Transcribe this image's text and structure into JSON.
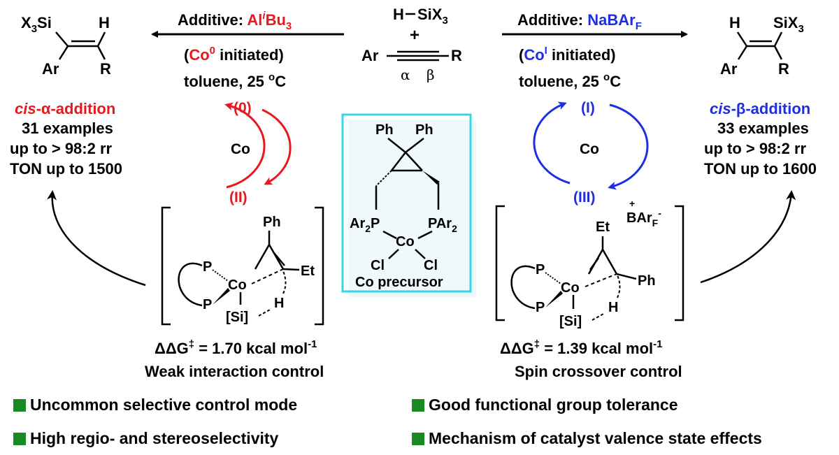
{
  "center": {
    "reagent_top": "H",
    "reagent_silane": "SiX",
    "reagent_silane_sub": "3",
    "plus": "+",
    "alkyne_ar": "Ar",
    "alkyne_r": "R",
    "alpha": "α",
    "beta": "β"
  },
  "left_condition": {
    "additive_prefix": "Additive: ",
    "additive_al": "Al",
    "additive_sup": "i",
    "additive_bu": "Bu",
    "additive_sub": "3",
    "initiated_open": "(",
    "initiated_co": "Co",
    "initiated_sup": "0",
    "initiated_text": " initiated)",
    "solvent": "toluene, 25 ",
    "deg": "o",
    "celsius": "C"
  },
  "right_condition": {
    "additive_prefix": "Additive: ",
    "additive_na": "NaBAr",
    "additive_sub": "F",
    "initiated_open": "(",
    "initiated_co": "Co",
    "initiated_sup": "I",
    "initiated_text": " initiated)",
    "solvent": "toluene, 25 ",
    "deg": "o",
    "celsius": "C"
  },
  "left_product": {
    "x3si": "X",
    "x3si_sub": "3",
    "x3si_si": "Si",
    "h": "H",
    "ar": "Ar",
    "r": "R",
    "selectivity_prefix": "cis",
    "selectivity": "-α-addition",
    "examples": "31 examples",
    "rr": "up to > 98:2 rr",
    "ton": "TON up to 1500"
  },
  "right_product": {
    "h": "H",
    "six3": "SiX",
    "six3_sub": "3",
    "ar": "Ar",
    "r": "R",
    "selectivity_prefix": "cis",
    "selectivity": "-β-addition",
    "examples": "33 examples",
    "rr": "up to > 98:2 rr",
    "ton": "TON up to 1600"
  },
  "left_cycle": {
    "top": "(0)",
    "center": "Co",
    "bottom": "(II)"
  },
  "right_cycle": {
    "top": "(I)",
    "center": "Co",
    "bottom": "(III)"
  },
  "precursor": {
    "ph1": "Ph",
    "ph2": "Ph",
    "ar2p_left": "Ar",
    "ar2p_left_sub": "2",
    "ar2p_left_p": "P",
    "ar2p_right_p": "PAr",
    "ar2p_right_sub": "2",
    "co": "Co",
    "cl1": "Cl",
    "cl2": "Cl",
    "label": "Co precursor"
  },
  "left_ts": {
    "ph": "Ph",
    "et": "Et",
    "p1": "P",
    "p2": "P",
    "co": "Co",
    "si": "[Si]",
    "h": "H",
    "energy_prefix": "ΔΔG",
    "energy_dagger": "‡",
    "energy_value": " = 1.70 kcal mol",
    "energy_exp": "-1",
    "control": "Weak interaction control"
  },
  "right_ts": {
    "et": "Et",
    "ph": "Ph",
    "p1": "P",
    "p2": "P",
    "co": "Co",
    "si": "[Si]",
    "h": "H",
    "charge": "+",
    "counterion": "BAr",
    "counterion_sub": "F",
    "counterion_sup": "-",
    "energy_prefix": "ΔΔG",
    "energy_dagger": "‡",
    "energy_value": " = 1.39 kcal mol",
    "energy_exp": "-1",
    "control": "Spin crossover control"
  },
  "bullets": [
    "Uncommon selective control mode",
    "High regio- and stereoselectivity",
    "Good functional group tolerance",
    "Mechanism of catalyst valence state effects"
  ],
  "colors": {
    "red": "#e8191e",
    "blue": "#1f2ee0",
    "cyan": "#35d6e6",
    "green": "#1c8a22"
  }
}
